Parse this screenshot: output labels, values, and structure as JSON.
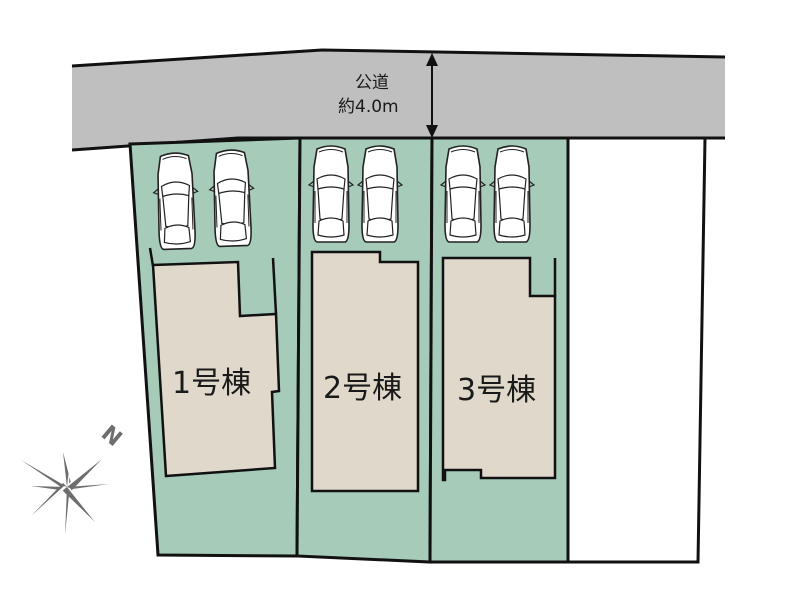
{
  "colors": {
    "road": "#bfbfbf",
    "lot": "#a6cbb9",
    "building": "#e0d9cb",
    "line": "#111111",
    "neighbor": "#ffffff",
    "compass": "#6e6e6e"
  },
  "road": {
    "name": "公道",
    "width_label": "約4.0m"
  },
  "lots": [
    {
      "id": 1,
      "label": "1号棟",
      "parking_spaces": 2
    },
    {
      "id": 2,
      "label": "2号棟",
      "parking_spaces": 2
    },
    {
      "id": 3,
      "label": "3号棟",
      "parking_spaces": 2
    }
  ],
  "compass": {
    "north_label": "N",
    "icon": "compass-rose-icon"
  }
}
